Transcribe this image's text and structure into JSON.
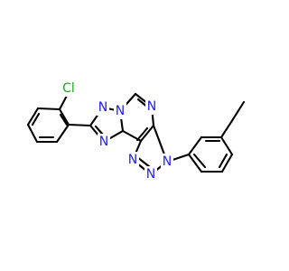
{
  "colors": {
    "carbon_bond": "#000000",
    "nitrogen": "#1f1fe6",
    "chlorine": "#1ba51b",
    "background": "#ffffff"
  },
  "atoms": {
    "cl": "Cl",
    "n1": "N",
    "n2": "N",
    "n3": "N",
    "n4": "N",
    "n5": "N",
    "n6": "N",
    "n7": "N"
  }
}
